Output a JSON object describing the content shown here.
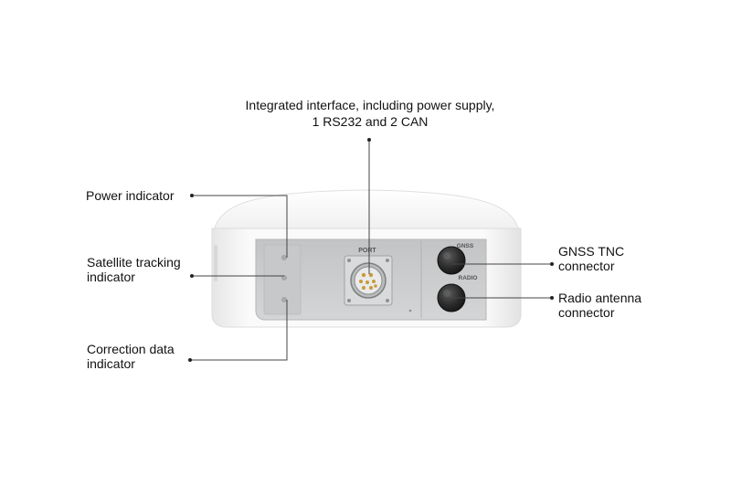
{
  "callouts": {
    "interface": {
      "line1": "Integrated interface, including power supply,",
      "line2": "1 RS232 and 2 CAN"
    },
    "power": {
      "line1": "Power indicator"
    },
    "satellite": {
      "line1": "Satellite tracking",
      "line2": "indicator"
    },
    "correction": {
      "line1": "Correction data",
      "line2": "indicator"
    },
    "gnss": {
      "line1": "GNSS TNC",
      "line2": "connector"
    },
    "radio": {
      "line1": "Radio antenna",
      "line2": "connector"
    }
  },
  "device": {
    "port_label": "PORT",
    "gnss_label": "GNSS",
    "radio_label": "RADIO"
  },
  "colors": {
    "housing": "#f4f4f4",
    "panel": "#c9cbcc",
    "connector_dark": "#2a2a2a"
  }
}
